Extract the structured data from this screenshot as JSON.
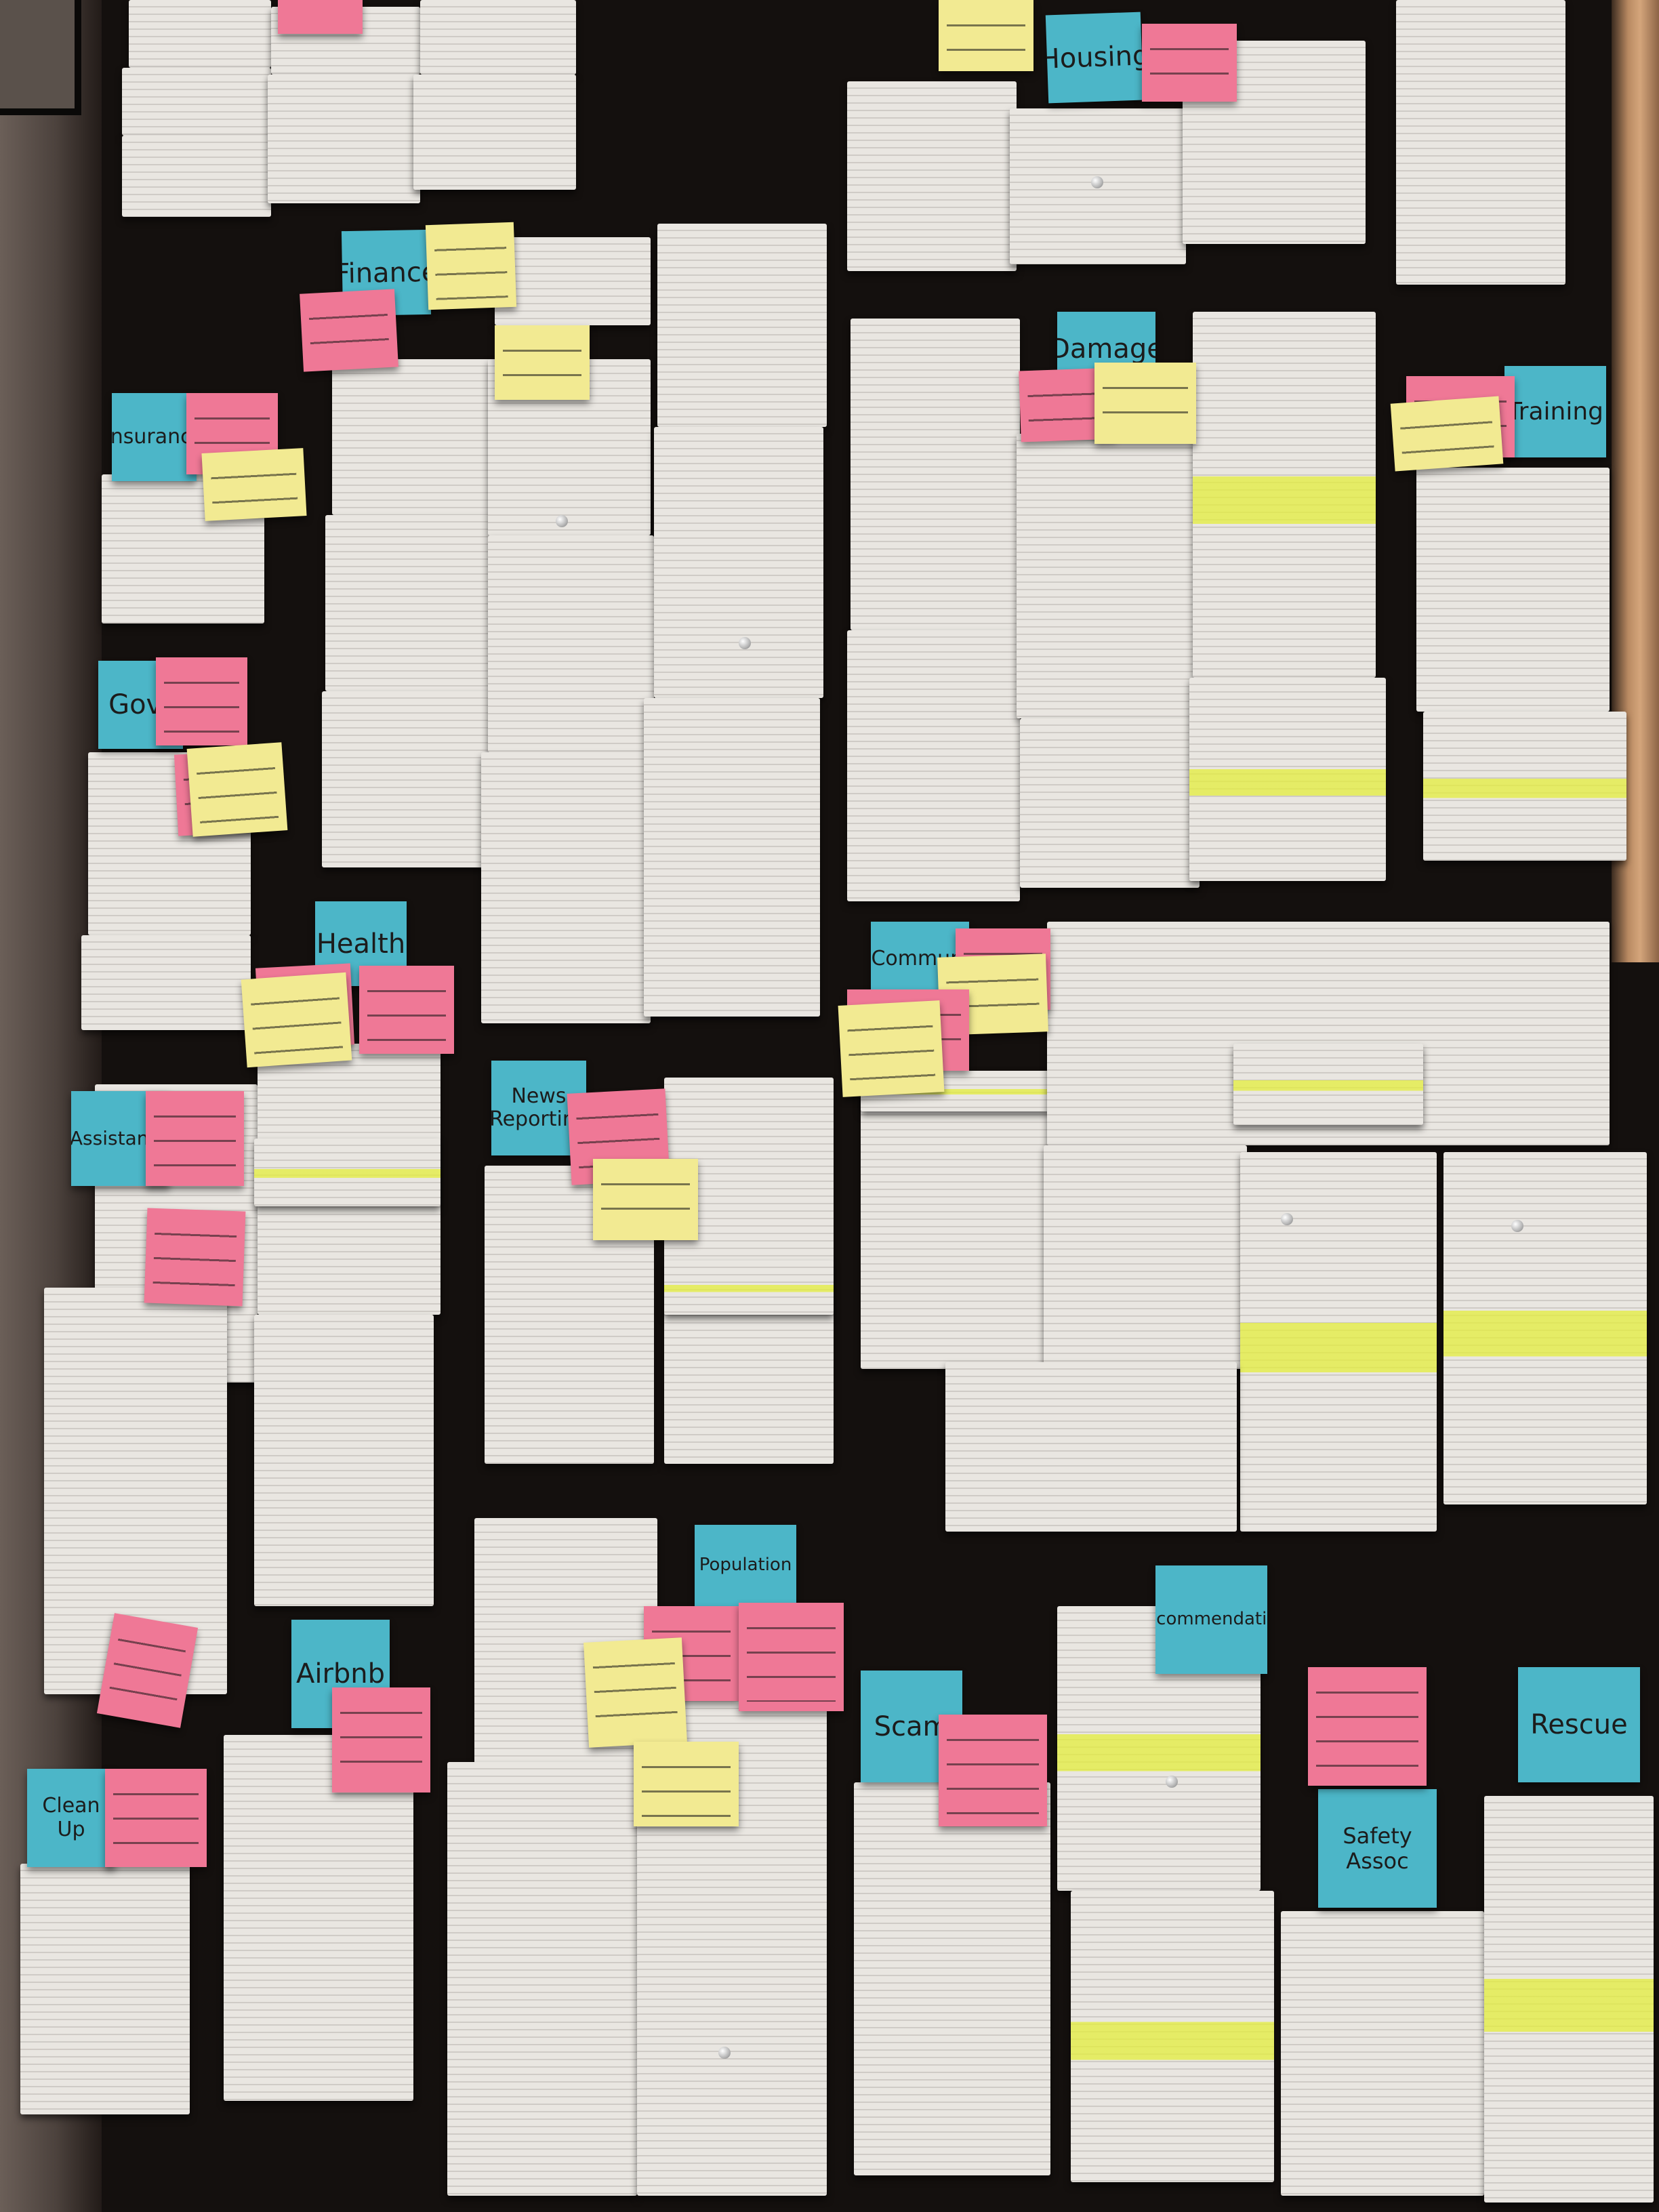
{
  "category_labels": {
    "finance": "Finance",
    "housing": "Housing",
    "insurance": "Insurance",
    "damage": "Damage",
    "training": "Training",
    "govt": "Govt",
    "health": "Health",
    "communications": "Communi",
    "assistance": "Assistance",
    "news_reporting": "News Reporting",
    "population": "Population",
    "airbnb": "Airbnb",
    "recommendation": "Recommendation",
    "scam": "Scam",
    "rescue": "Rescue",
    "cleanup": "Clean Up",
    "safety_assoc": "Safety Assoc"
  },
  "colors": {
    "blue_note": "#4cb6c8",
    "pink_note": "#ef7896",
    "yellow_note": "#f2ea92",
    "board": "#14100e",
    "paper": "#e9e6e1",
    "highlighter": "#e4ee3c"
  }
}
